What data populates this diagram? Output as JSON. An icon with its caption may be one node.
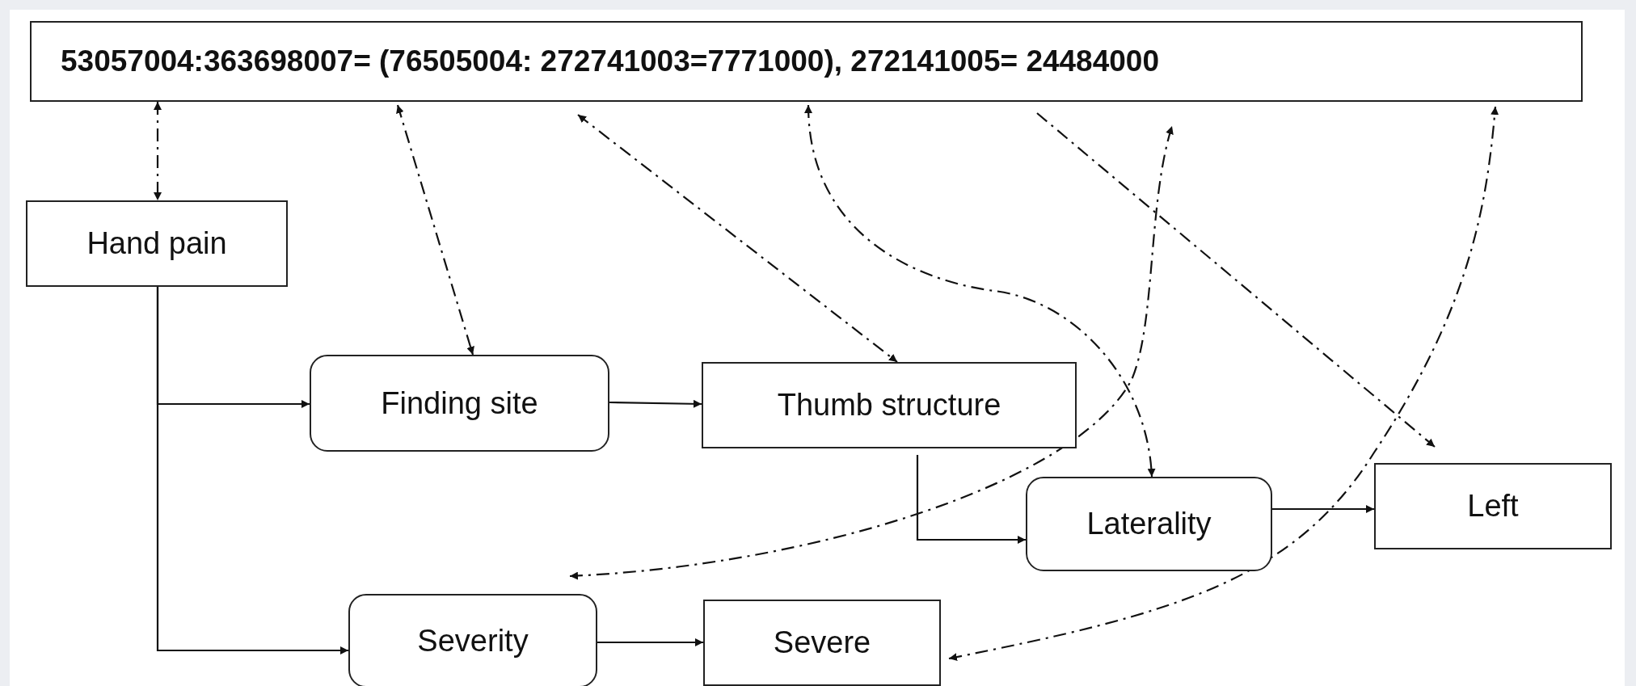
{
  "diagram": {
    "nodes": [
      {
        "text": [
          "53057004:363698007= (76505004: 272741003=7771000), 272141005= 24484000"
        ]
      },
      {
        "text": [
          "Hand pain"
        ]
      },
      {
        "text": [
          "Finding site"
        ]
      },
      {
        "text": [
          "Thumb structure"
        ]
      },
      {
        "text": [
          "Laterality"
        ]
      },
      {
        "text": [
          "Left"
        ]
      },
      {
        "text": [
          "Severity"
        ]
      },
      {
        "text": [
          "Severe"
        ]
      }
    ],
    "edges": [
      {
        "from": 0,
        "to": 1,
        "arrow": "both",
        "style": "dashed"
      },
      {
        "from": 0,
        "to": 2,
        "arrow": "both",
        "style": "dashed"
      },
      {
        "from": 0,
        "to": 3,
        "arrow": "both",
        "style": "dashed"
      },
      {
        "from": 0,
        "to": 4,
        "arrow": "both",
        "style": "dashed"
      },
      {
        "from": 0,
        "to": 5,
        "arrow": "to",
        "style": "dashed"
      },
      {
        "from": 6,
        "to": 0,
        "arrow": "both",
        "style": "dashed"
      },
      {
        "from": 7,
        "to": 0,
        "arrow": "both",
        "style": "dashed"
      },
      {
        "from": 1,
        "to": 2,
        "arrow": "to"
      },
      {
        "from": 1,
        "to": 6,
        "arrow": "to"
      },
      {
        "from": 2,
        "to": 3,
        "arrow": "to"
      },
      {
        "from": 3,
        "to": 4,
        "arrow": "to"
      },
      {
        "from": 4,
        "to": 5,
        "arrow": "to"
      },
      {
        "from": 6,
        "to": 7,
        "arrow": "to"
      }
    ]
  }
}
